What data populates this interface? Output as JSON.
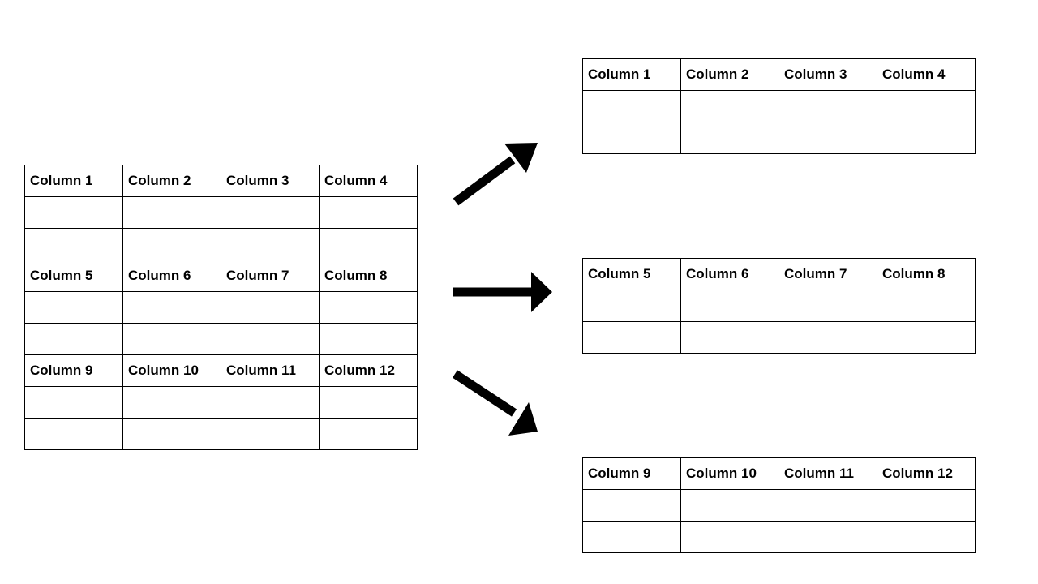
{
  "source": {
    "blocks": [
      {
        "headers": [
          "Column 1",
          "Column 2",
          "Column 3",
          "Column 4"
        ],
        "empty_rows": 2
      },
      {
        "headers": [
          "Column 5",
          "Column 6",
          "Column 7",
          "Column 8"
        ],
        "empty_rows": 2
      },
      {
        "headers": [
          "Column 9",
          "Column 10",
          "Column 11",
          "Column 12"
        ],
        "empty_rows": 2
      }
    ]
  },
  "targets": [
    {
      "headers": [
        "Column 1",
        "Column 2",
        "Column 3",
        "Column 4"
      ],
      "empty_rows": 2
    },
    {
      "headers": [
        "Column 5",
        "Column 6",
        "Column 7",
        "Column 8"
      ],
      "empty_rows": 2
    },
    {
      "headers": [
        "Column 9",
        "Column 10",
        "Column 11",
        "Column 12"
      ],
      "empty_rows": 2
    }
  ],
  "colors": {
    "line": "#000000",
    "background": "#ffffff"
  }
}
